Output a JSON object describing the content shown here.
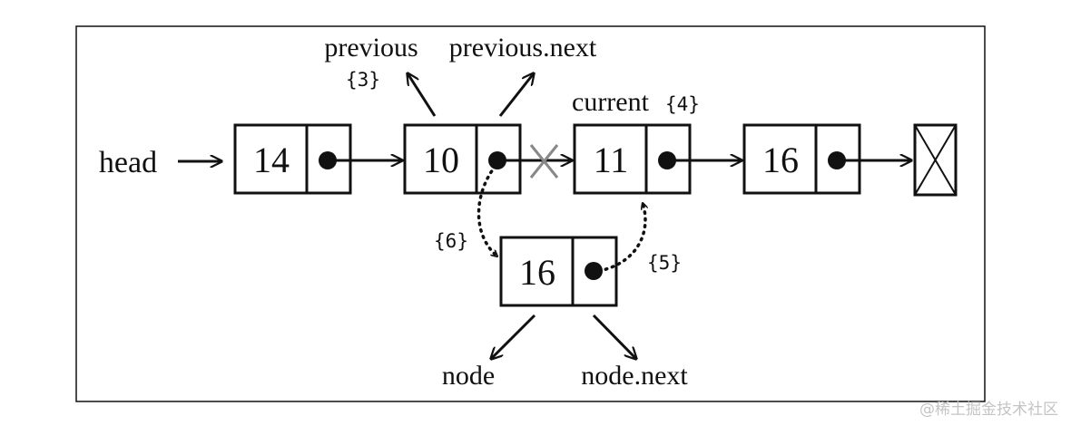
{
  "diagram": {
    "head_label": "head",
    "nodes": {
      "n14": "14",
      "n10": "10",
      "n11": "11",
      "n16": "16",
      "new_node": "16"
    },
    "labels": {
      "previous": "previous",
      "previous_next": "previous.next",
      "current": "current",
      "node": "node",
      "node_next": "node.next"
    },
    "steps": {
      "s3": "{3}",
      "s4": "{4}",
      "s5": "{5}",
      "s6": "{6}"
    },
    "colors": {
      "ink": "#111111",
      "cross": "#888888",
      "watermark": "#c4c4c4"
    }
  },
  "watermark": "@稀土掘金技术社区"
}
